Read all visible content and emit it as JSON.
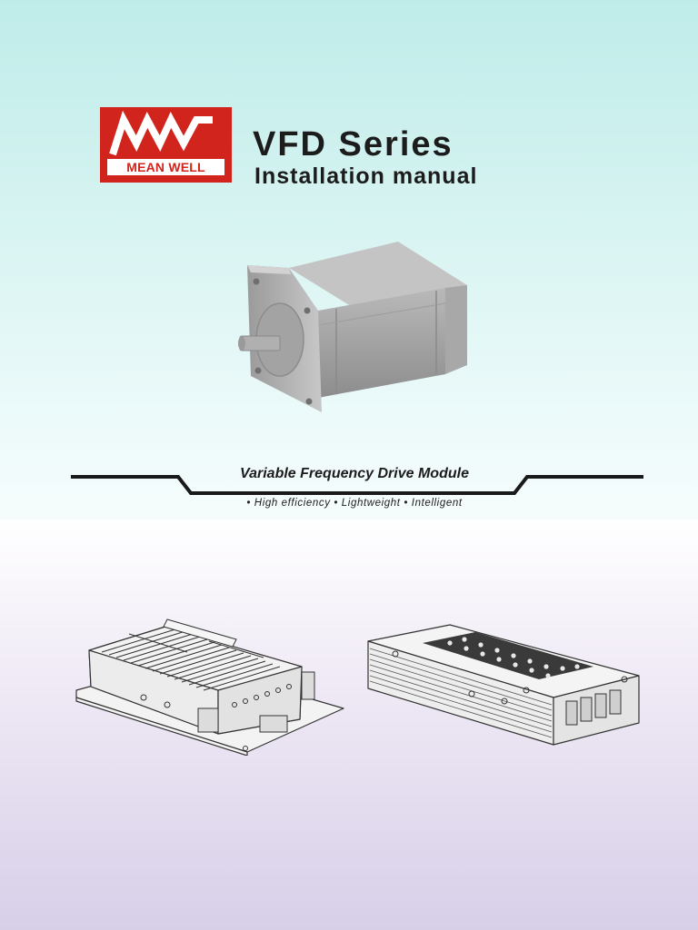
{
  "brand": {
    "monogram": "MW",
    "name": "MEAN WELL",
    "color": "#d0241c"
  },
  "document": {
    "title": "VFD Series",
    "subtitle": "Installation manual"
  },
  "banner": {
    "headline": "Variable Frequency Drive Module",
    "features": "• High efficiency • Lightweight • Intelligent"
  },
  "illustrations": [
    "stepper-motor",
    "open-frame-vfd-module",
    "enclosed-vfd-module"
  ]
}
